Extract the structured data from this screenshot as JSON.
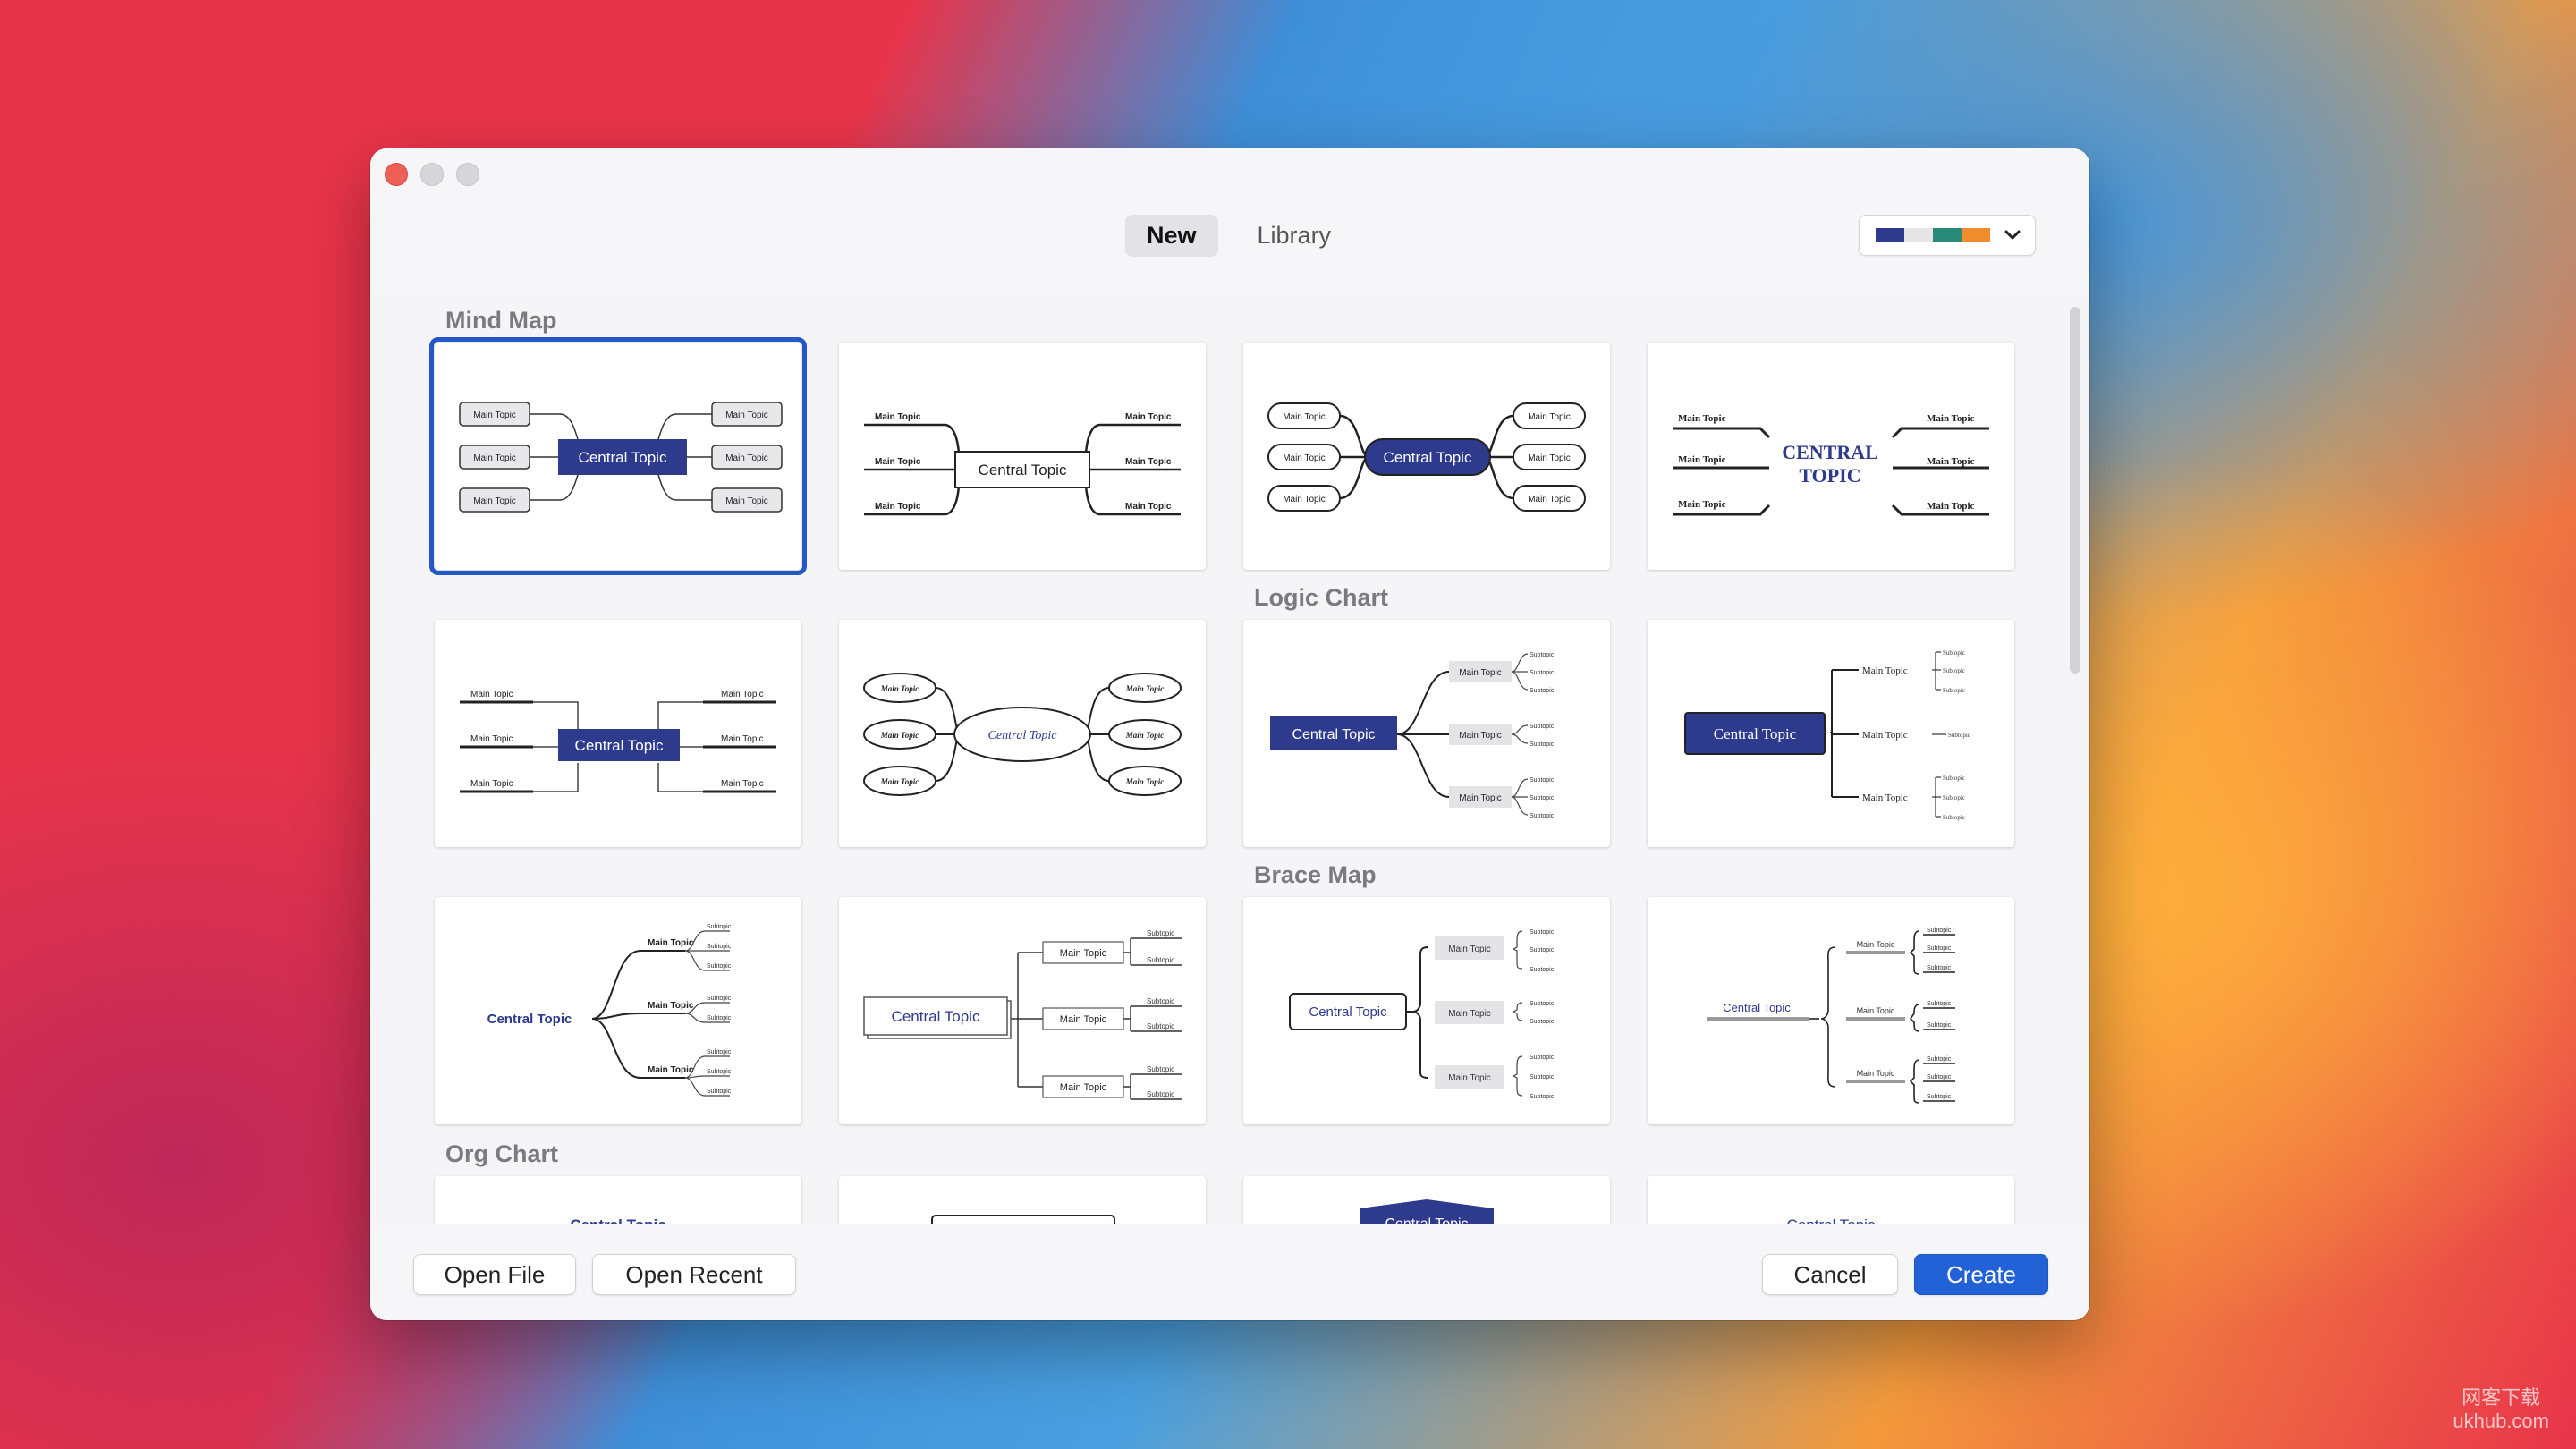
{
  "header": {
    "tabs": [
      {
        "label": "New",
        "active": true
      },
      {
        "label": "Library",
        "active": false
      }
    ],
    "palette_colors": [
      "#2e3a8c",
      "#e6e6e6",
      "#2a8a7a",
      "#f08c2c"
    ]
  },
  "sections": [
    {
      "label": "Mind Map"
    },
    {
      "label": "Logic Chart"
    },
    {
      "label": "Brace Map"
    },
    {
      "label": "Org Chart"
    }
  ],
  "template_text": {
    "central": "Central Topic",
    "central_caps_1": "CENTRAL",
    "central_caps_2": "TOPIC",
    "main": "Main Topic",
    "sub": "Subtopic"
  },
  "footer": {
    "open_file": "Open File",
    "open_recent": "Open Recent",
    "cancel": "Cancel",
    "create": "Create"
  },
  "colors": {
    "accent": "#2262d6",
    "topic_navy": "#2e3a8c"
  },
  "watermark": {
    "line1": "网客下载",
    "line2": "ukhub.com"
  }
}
